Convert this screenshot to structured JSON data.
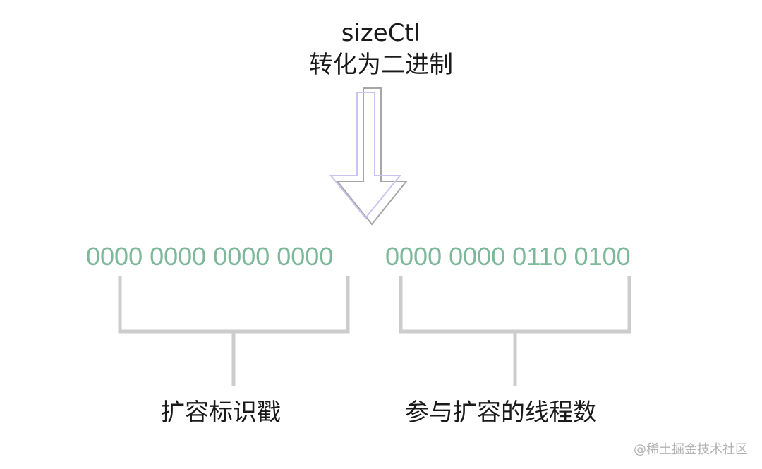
{
  "title": {
    "line1": "sizeCtl",
    "line2": "转化为二进制"
  },
  "bits": {
    "left": "0000 0000 0000 0000",
    "right": "0000 0000 0110 0100"
  },
  "labels": {
    "left": "扩容标识戳",
    "right": "参与扩容的线程数"
  },
  "watermark": "@稀土掘金技术社区",
  "colors": {
    "bits": "#7db89b",
    "bracket": "#cccccc",
    "arrow_front": "#c9c4ef",
    "arrow_back": "#a6a6a6"
  }
}
